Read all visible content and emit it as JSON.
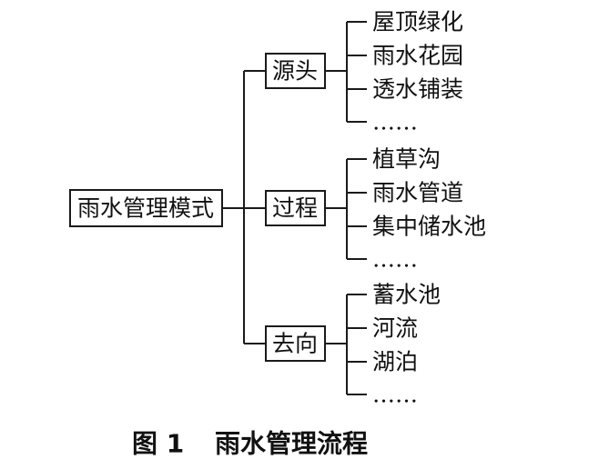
{
  "root": {
    "label": "雨水管理模式"
  },
  "branches": [
    {
      "label": "源头",
      "leaves": [
        "屋顶绿化",
        "雨水花园",
        "透水铺装",
        "……"
      ]
    },
    {
      "label": "过程",
      "leaves": [
        "植草沟",
        "雨水管道",
        "集中储水池",
        "……"
      ]
    },
    {
      "label": "去向",
      "leaves": [
        "蓄水池",
        "河流",
        "湖泊",
        "……"
      ]
    }
  ],
  "caption": {
    "figure": "图 1",
    "title": "雨水管理流程"
  }
}
